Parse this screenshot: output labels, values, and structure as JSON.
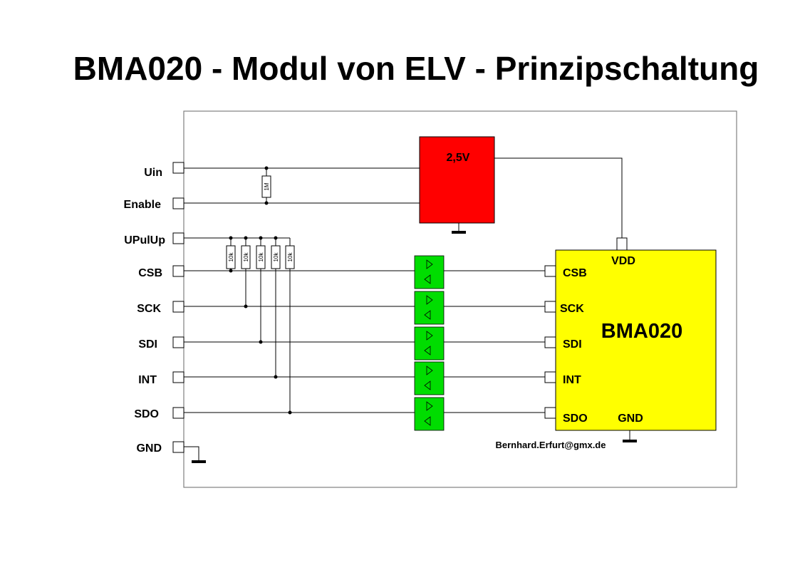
{
  "title": "BMA020 - Modul von ELV - Prinzipschaltung",
  "module_pins": [
    "Uin",
    "Enable",
    "UPulUp",
    "CSB",
    "SCK",
    "SDI",
    "INT",
    "SDO",
    "GND"
  ],
  "pullup_resistors": [
    "10k",
    "10k",
    "10k",
    "10k",
    "10k"
  ],
  "enable_resistor": "1M",
  "regulator": {
    "label": "2,5V",
    "color": "#ff0000"
  },
  "level_shifter_color": "#00dd00",
  "chip": {
    "name": "BMA020",
    "color": "#ffff00",
    "vdd_label": "VDD",
    "gnd_label": "GND",
    "pins": [
      "CSB",
      "SCK",
      "SDI",
      "INT",
      "SDO"
    ]
  },
  "author": "Bernhard.Erfurt@gmx.de"
}
